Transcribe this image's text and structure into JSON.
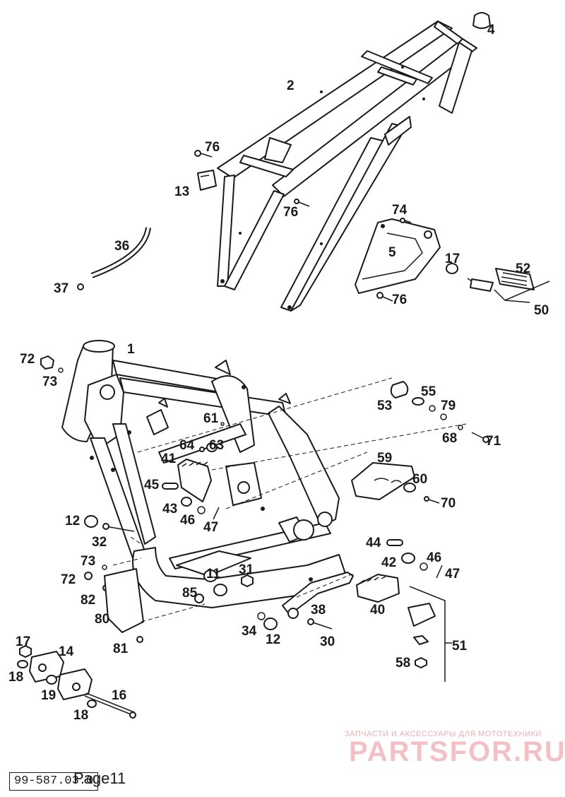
{
  "callouts": [
    "1",
    "2",
    "4",
    "76",
    "13",
    "76",
    "74",
    "5",
    "36",
    "37",
    "17",
    "52",
    "50",
    "72",
    "73",
    "53",
    "55",
    "79",
    "61",
    "64",
    "63",
    "68",
    "71",
    "41",
    "59",
    "60",
    "45",
    "43",
    "46",
    "47",
    "70",
    "12",
    "32",
    "44",
    "42",
    "46",
    "47",
    "73",
    "72",
    "11",
    "31",
    "82",
    "85",
    "80",
    "38",
    "40",
    "81",
    "34",
    "12",
    "30",
    "51",
    "17",
    "14",
    "18",
    "19",
    "58",
    "16",
    "18"
  ],
  "drawing_number": "99-587.03.0",
  "page_label": "Page11",
  "watermark": {
    "tagline": "ЗАПЧАСТИ И АКСЕССУАРЫ ДЛЯ МОТОТЕХНИКИ",
    "brand": "PARTSFOR.RU",
    "color": "#e8848b"
  }
}
